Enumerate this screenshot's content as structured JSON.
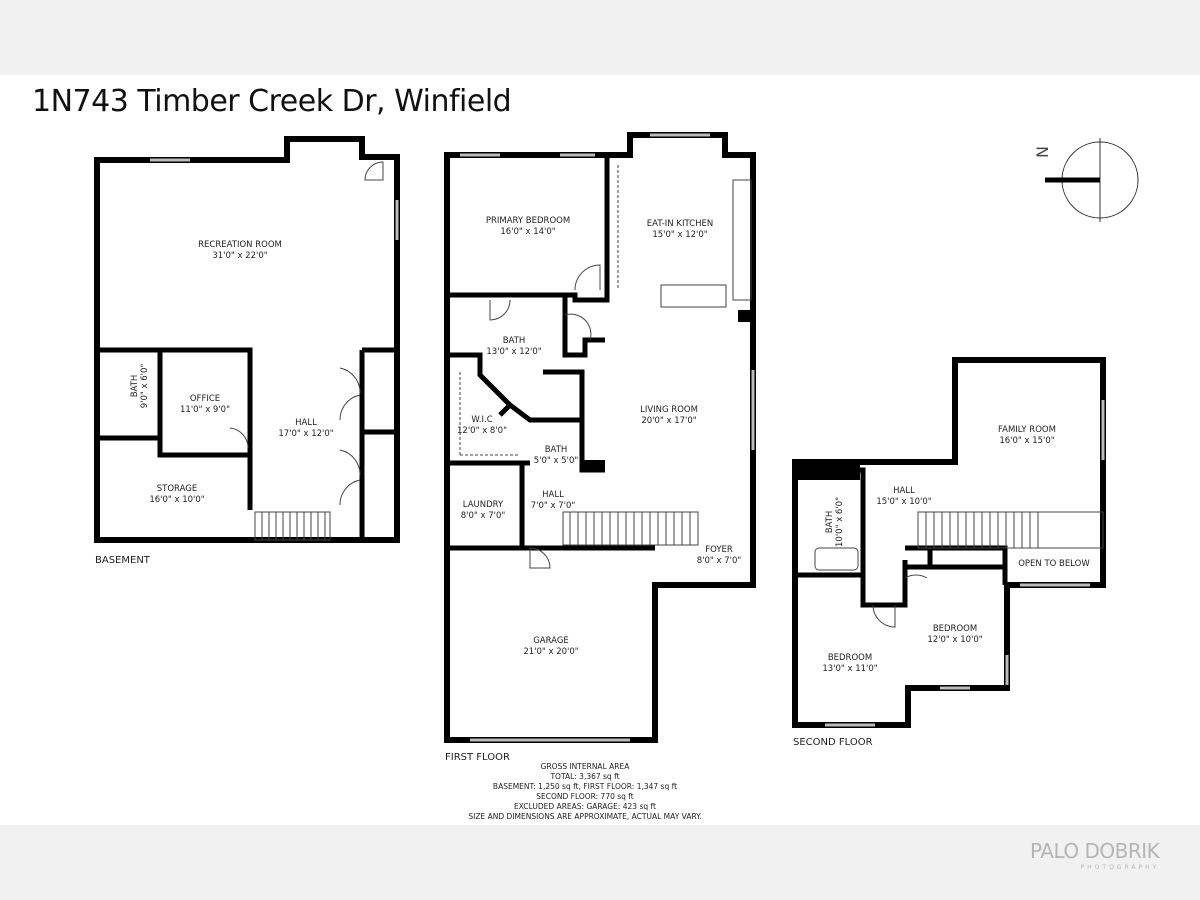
{
  "title": "1N743 Timber Creek Dr, Winfield",
  "compass": {
    "label": "N"
  },
  "floors": {
    "basement": {
      "label": "BASEMENT",
      "rooms": [
        {
          "name": "RECREATION ROOM",
          "dims": "31'0\" x 22'0\""
        },
        {
          "name": "BATH",
          "dims": "9'0\" x 6'0\""
        },
        {
          "name": "OFFICE",
          "dims": "11'0\" x 9'0\""
        },
        {
          "name": "HALL",
          "dims": "17'0\" x 12'0\""
        },
        {
          "name": "STORAGE",
          "dims": "16'0\" x 10'0\""
        }
      ]
    },
    "first": {
      "label": "FIRST FLOOR",
      "rooms": [
        {
          "name": "PRIMARY BEDROOM",
          "dims": "16'0\" x 14'0\""
        },
        {
          "name": "EAT-IN KITCHEN",
          "dims": "15'0\" x 12'0\""
        },
        {
          "name": "BATH",
          "dims": "13'0\" x 12'0\""
        },
        {
          "name": "LIVING ROOM",
          "dims": "20'0\" x 17'0\""
        },
        {
          "name": "W.I.C",
          "dims": "12'0\" x 8'0\""
        },
        {
          "name": "BATH",
          "dims": "5'0\" x 5'0\""
        },
        {
          "name": "LAUNDRY",
          "dims": "8'0\" x 7'0\""
        },
        {
          "name": "HALL",
          "dims": "7'0\" x 7'0\""
        },
        {
          "name": "FOYER",
          "dims": "8'0\" x 7'0\""
        },
        {
          "name": "GARAGE",
          "dims": "21'0\" x 20'0\""
        }
      ]
    },
    "second": {
      "label": "SECOND FLOOR",
      "rooms": [
        {
          "name": "FAMILY ROOM",
          "dims": "16'0\" x 15'0\""
        },
        {
          "name": "HALL",
          "dims": "15'0\" x 10'0\""
        },
        {
          "name": "BATH",
          "dims": "10'0\" x 6'0\""
        },
        {
          "name": "OPEN TO BELOW",
          "dims": ""
        },
        {
          "name": "BEDROOM",
          "dims": "12'0\" x 10'0\""
        },
        {
          "name": "BEDROOM",
          "dims": "13'0\" x 11'0\""
        }
      ]
    }
  },
  "area_summary": [
    "GROSS INTERNAL AREA",
    "TOTAL: 3,367 sq ft",
    "BASEMENT: 1,250 sq ft, FIRST FLOOR: 1,347 sq ft",
    "SECOND FLOOR: 770 sq ft",
    "EXCLUDED AREAS: GARAGE: 423 sq ft",
    "SIZE AND DIMENSIONS ARE APPROXIMATE, ACTUAL MAY VARY."
  ],
  "logo": {
    "main": "PALO DOBRIK",
    "sub": "PHOTOGRAPHY"
  }
}
